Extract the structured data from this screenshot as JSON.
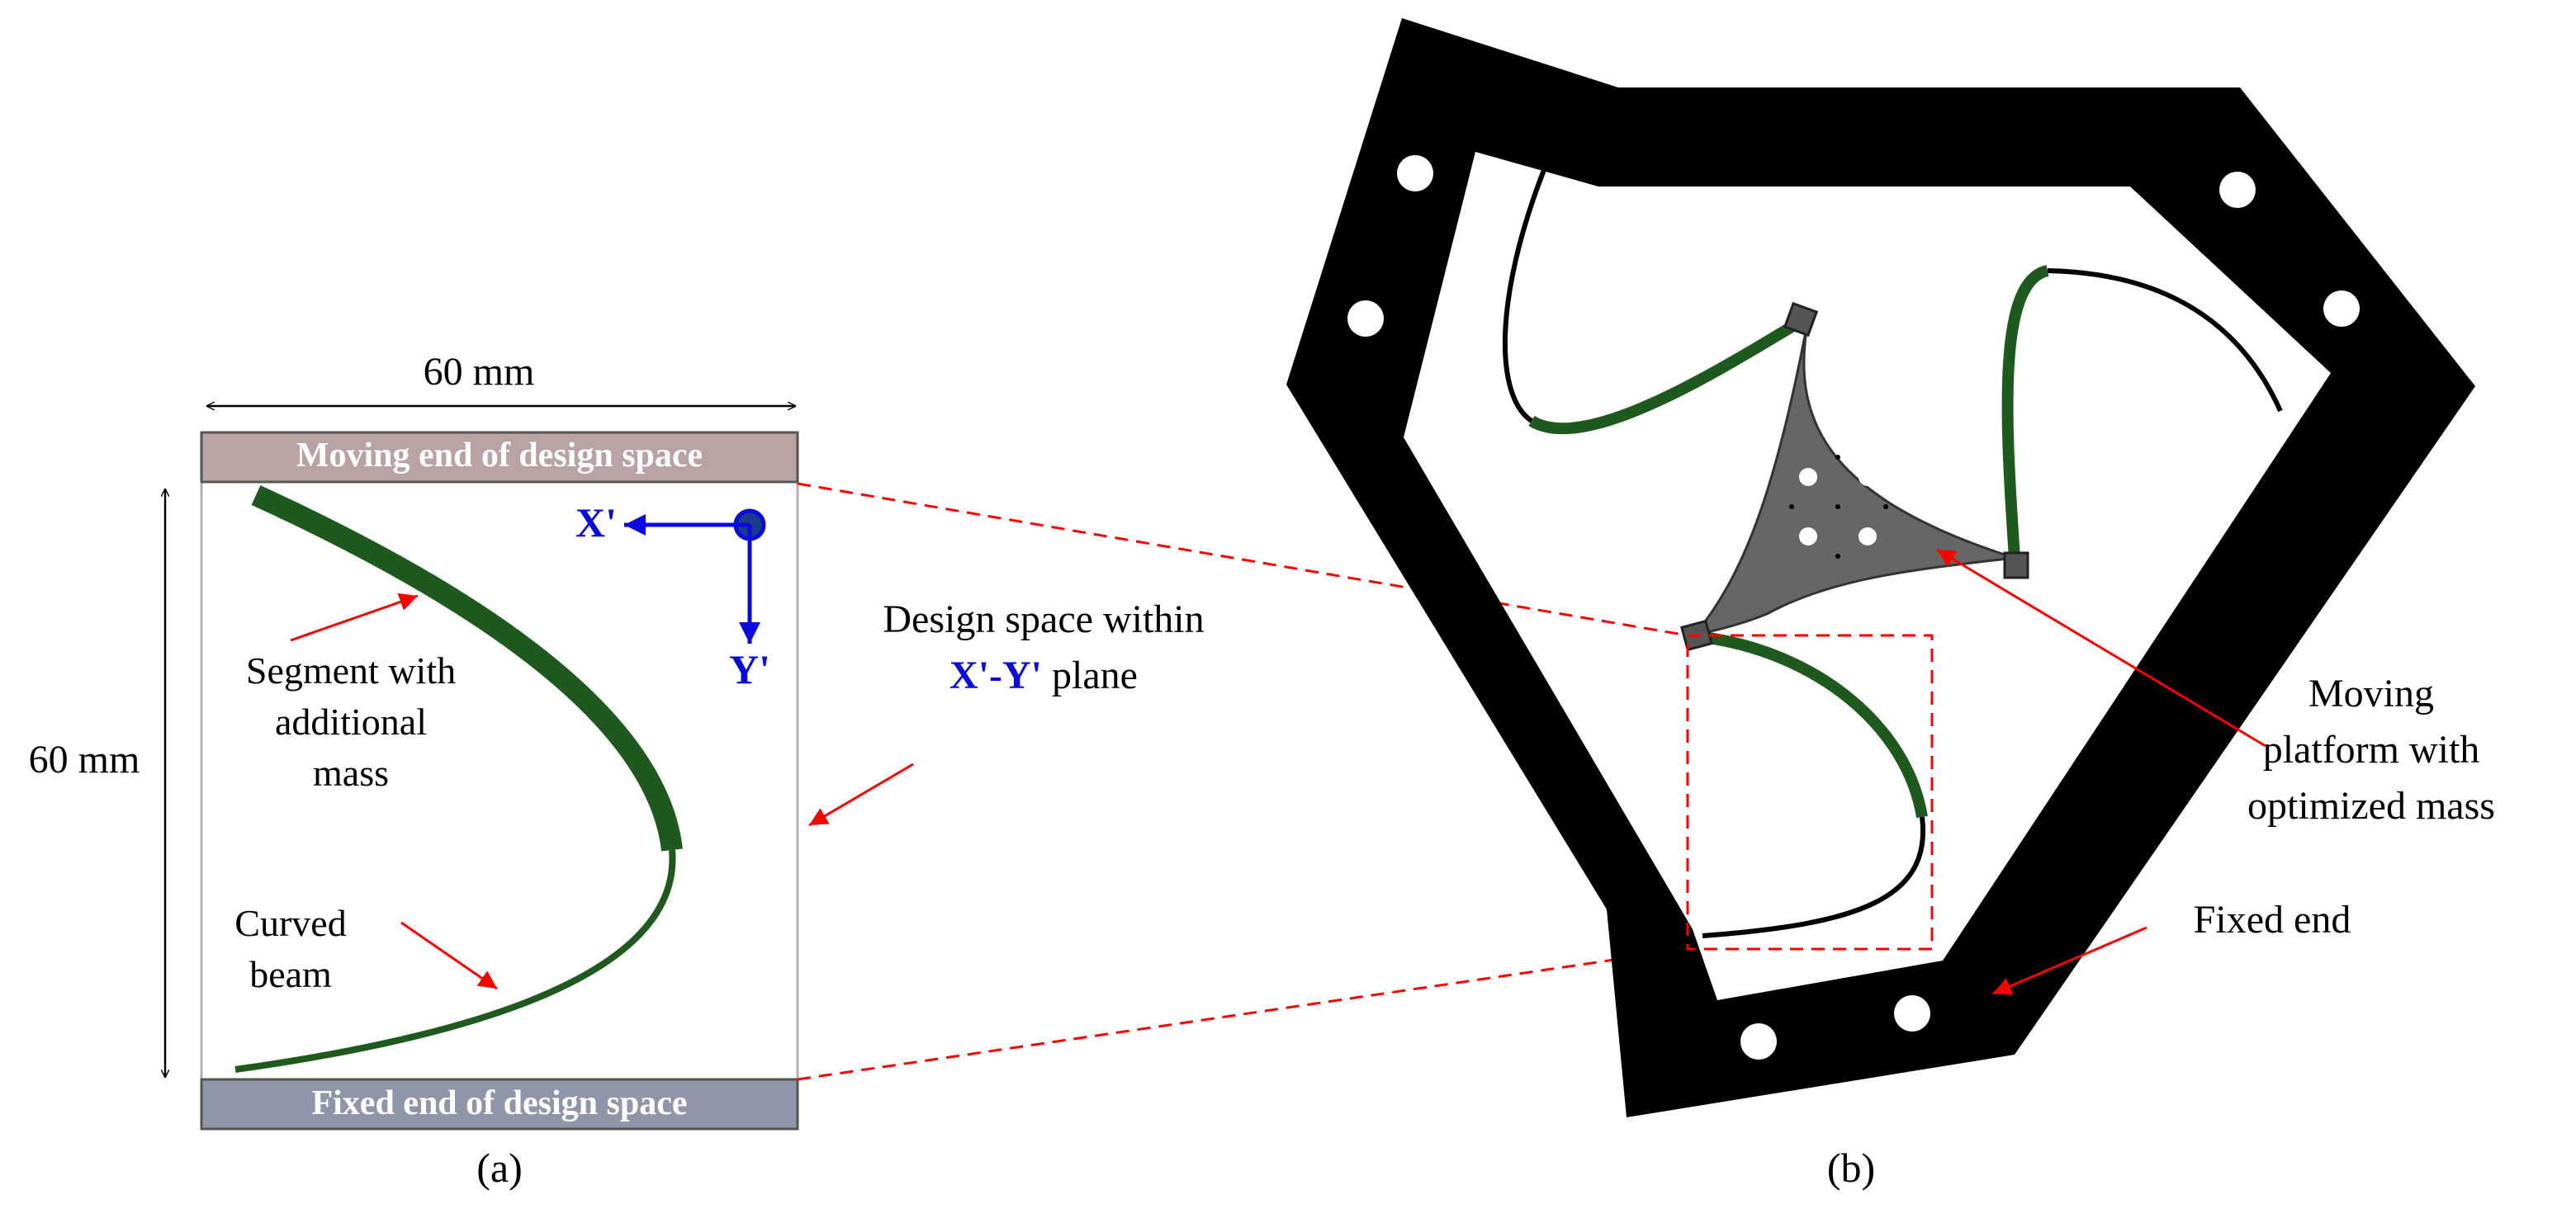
{
  "panel_a": {
    "width_dim": "60 mm",
    "height_dim": "60 mm",
    "moving_end": "Moving end of design space",
    "fixed_end": "Fixed end of design space",
    "axis_x": "X'",
    "axis_y": "Y'",
    "segment_label": [
      "Segment with",
      "additional",
      "mass"
    ],
    "curved_label": [
      "Curved",
      "beam"
    ],
    "design_space_line1": "Design space within",
    "design_space_xy": "X'-Y'",
    "design_space_plane": " plane",
    "caption": "(a)"
  },
  "panel_b": {
    "platform_label": [
      "Moving",
      "platform with",
      "optimized mass"
    ],
    "fixed_label": "Fixed end",
    "caption": "(b)"
  },
  "colors": {
    "beam_green": "#1e5a1e",
    "beam_green_light": "#2e8b2e",
    "frame_black": "#000000",
    "platform_grey": "#666666",
    "moving_bar": "#b9a2a2",
    "fixed_bar": "#8f96a8",
    "axis_blue": "#0a0ae0",
    "arrow_red": "#ff0000"
  }
}
